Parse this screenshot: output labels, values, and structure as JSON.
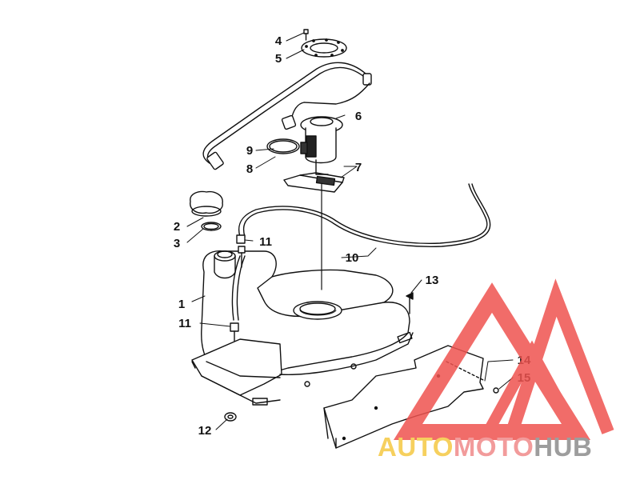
{
  "callouts": [
    {
      "id": "c1",
      "text": "1"
    },
    {
      "id": "c2",
      "text": "2"
    },
    {
      "id": "c3",
      "text": "3"
    },
    {
      "id": "c4",
      "text": "4"
    },
    {
      "id": "c5",
      "text": "5"
    },
    {
      "id": "c6",
      "text": "6"
    },
    {
      "id": "c7",
      "text": "7"
    },
    {
      "id": "c8",
      "text": "8"
    },
    {
      "id": "c9",
      "text": "9"
    },
    {
      "id": "c10",
      "text": "10"
    },
    {
      "id": "c11a",
      "text": "11"
    },
    {
      "id": "c11b",
      "text": "11"
    },
    {
      "id": "c12",
      "text": "12"
    },
    {
      "id": "c13",
      "text": "13"
    },
    {
      "id": "c14",
      "text": "14"
    },
    {
      "id": "c15",
      "text": "15"
    }
  ],
  "watermark": {
    "part1": "AUTO",
    "part2": "MOTO",
    "part3": "HUB",
    "colors": {
      "auto": "#f5c842",
      "moto": "#f08a8a",
      "hub": "#8c8c8c",
      "triangle": "#ef5350"
    }
  }
}
